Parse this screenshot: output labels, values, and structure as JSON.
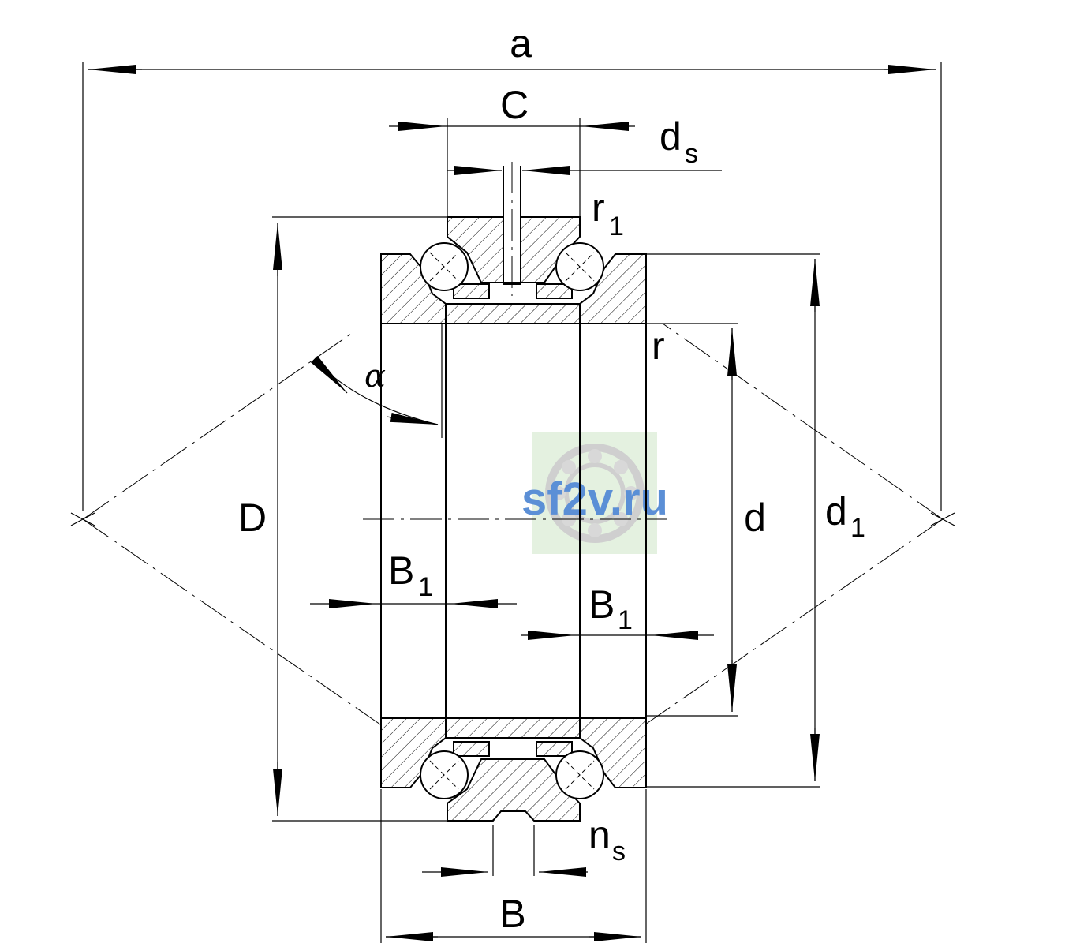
{
  "labels": {
    "a": "a",
    "C": "C",
    "ds_main": "d",
    "ds_sub": "s",
    "r1_main": "r",
    "r1_sub": "1",
    "r": "r",
    "alpha": "α",
    "D": "D",
    "d": "d",
    "d1_main": "d",
    "d1_sub": "1",
    "B1_left_main": "B",
    "B1_left_sub": "1",
    "B1_right_main": "B",
    "B1_right_sub": "1",
    "ns_main": "n",
    "ns_sub": "s",
    "B": "B"
  },
  "watermark": {
    "text": "sf2v.ru",
    "color": "#5b8fd6"
  }
}
